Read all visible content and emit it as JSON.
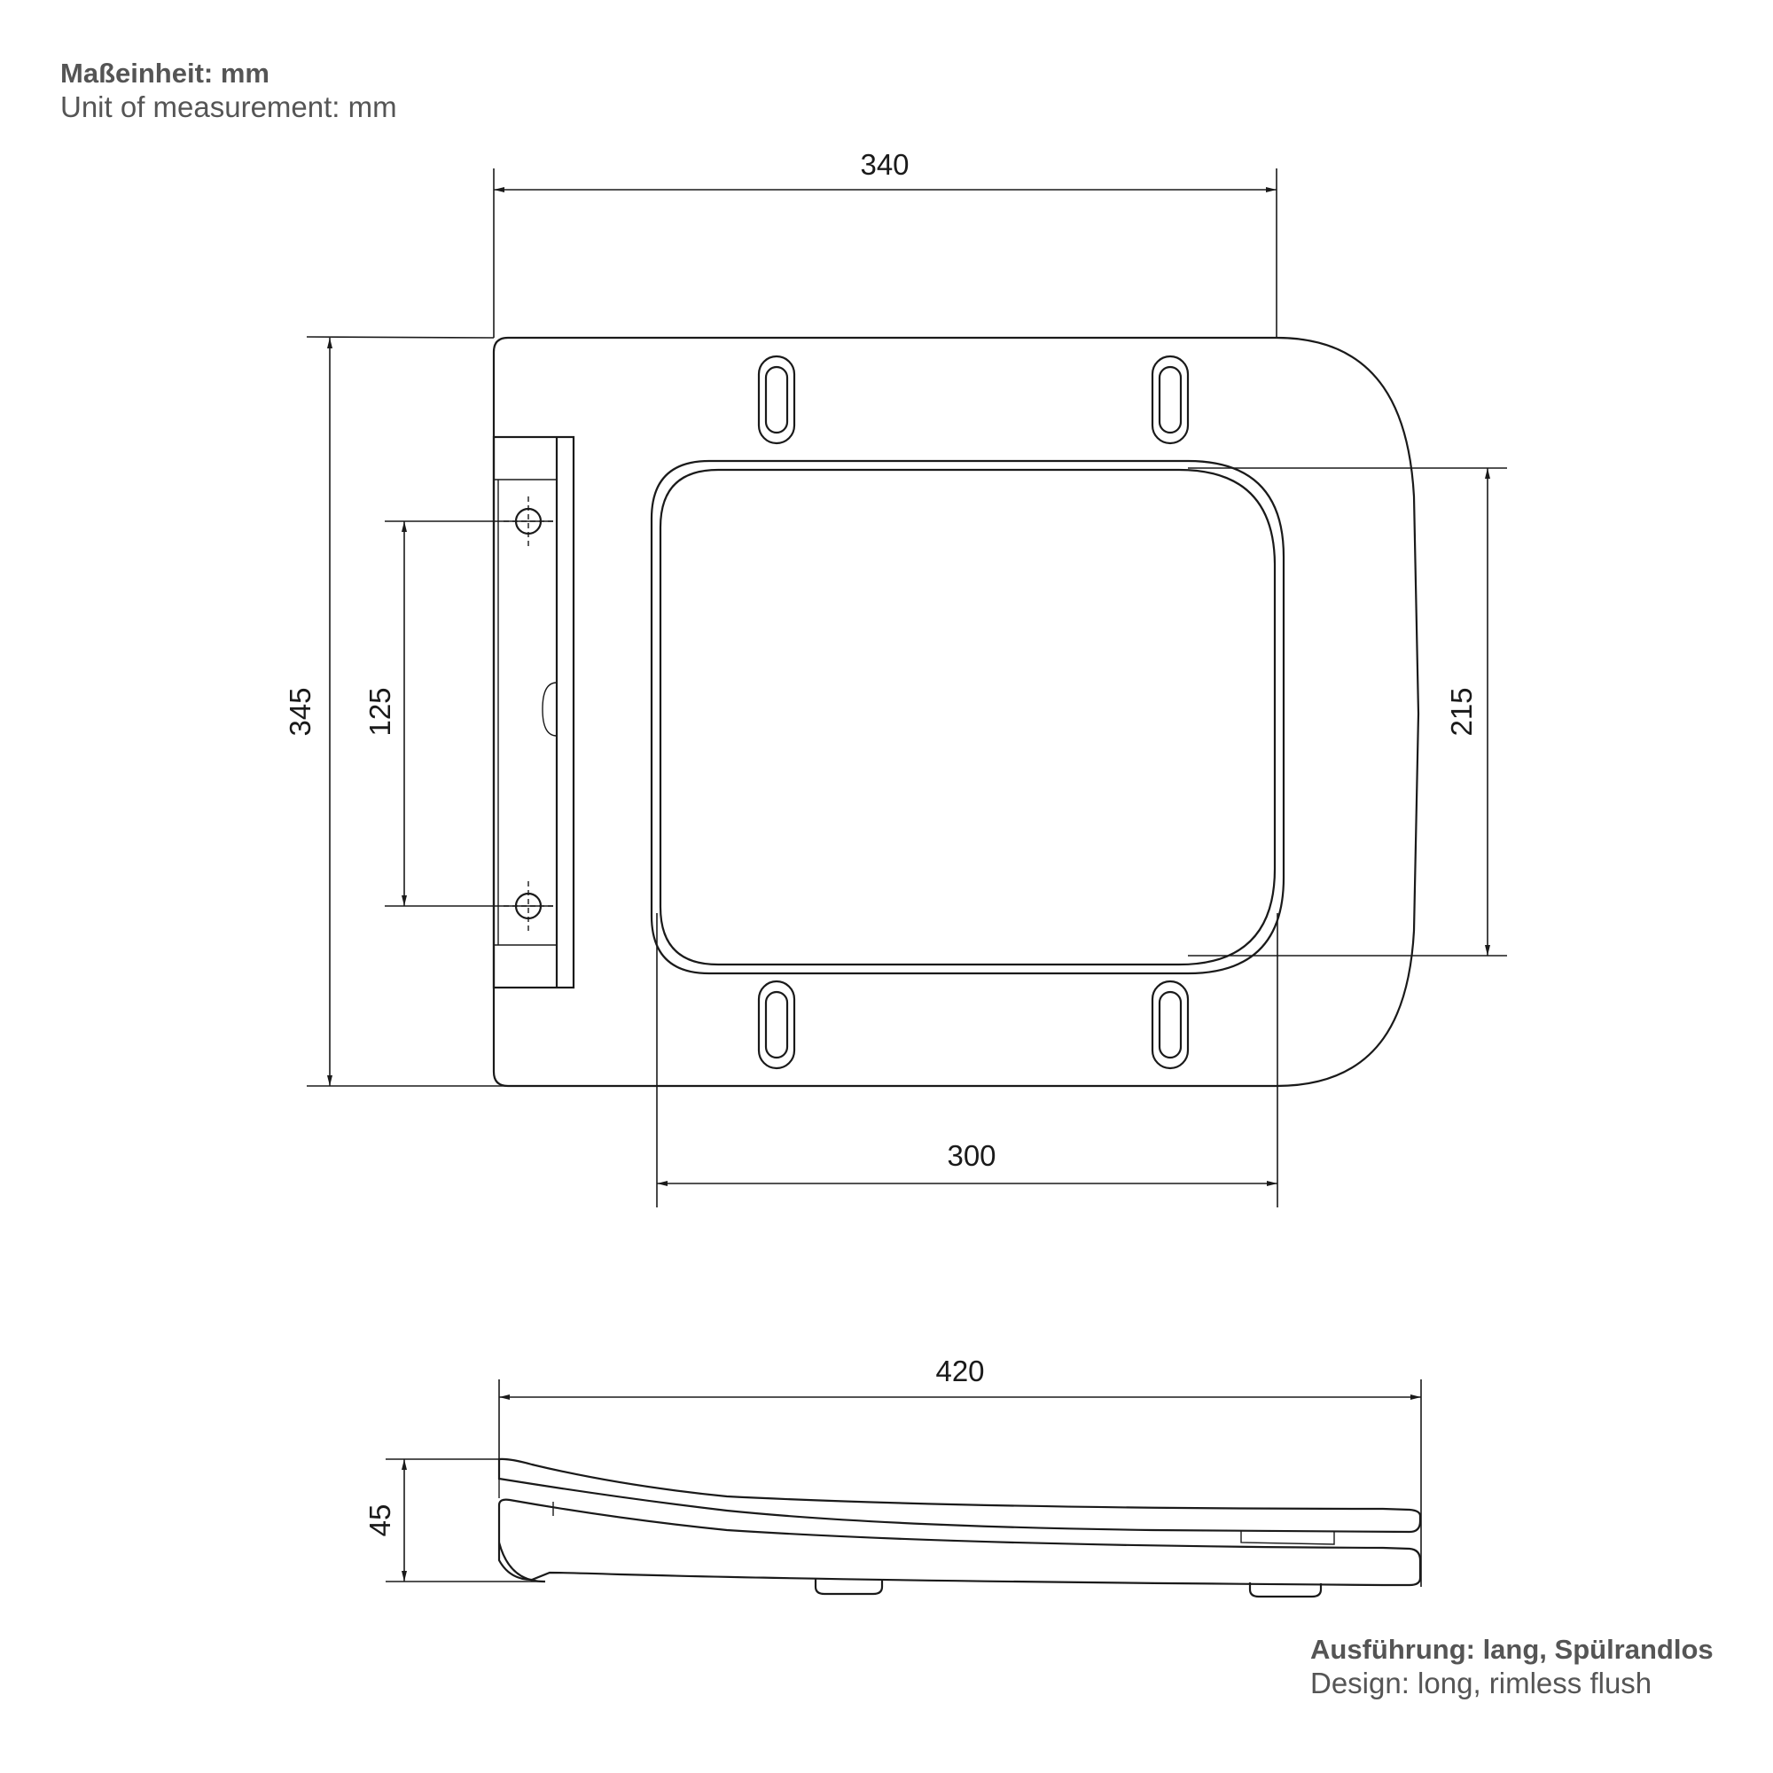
{
  "header": {
    "title_de": "Maßeinheit: mm",
    "title_en": "Unit of measurement: mm"
  },
  "dimensions": {
    "width_top": "340",
    "depth_left": "345",
    "hinge_spacing": "125",
    "opening_depth": "215",
    "opening_width": "300",
    "side_length": "420",
    "side_height": "45"
  },
  "footer": {
    "design_de": "Ausführung: lang, Spülrandlos",
    "design_en": "Design: long, rimless flush"
  },
  "colors": {
    "line": "#1a1a1a",
    "text": "#555555"
  }
}
